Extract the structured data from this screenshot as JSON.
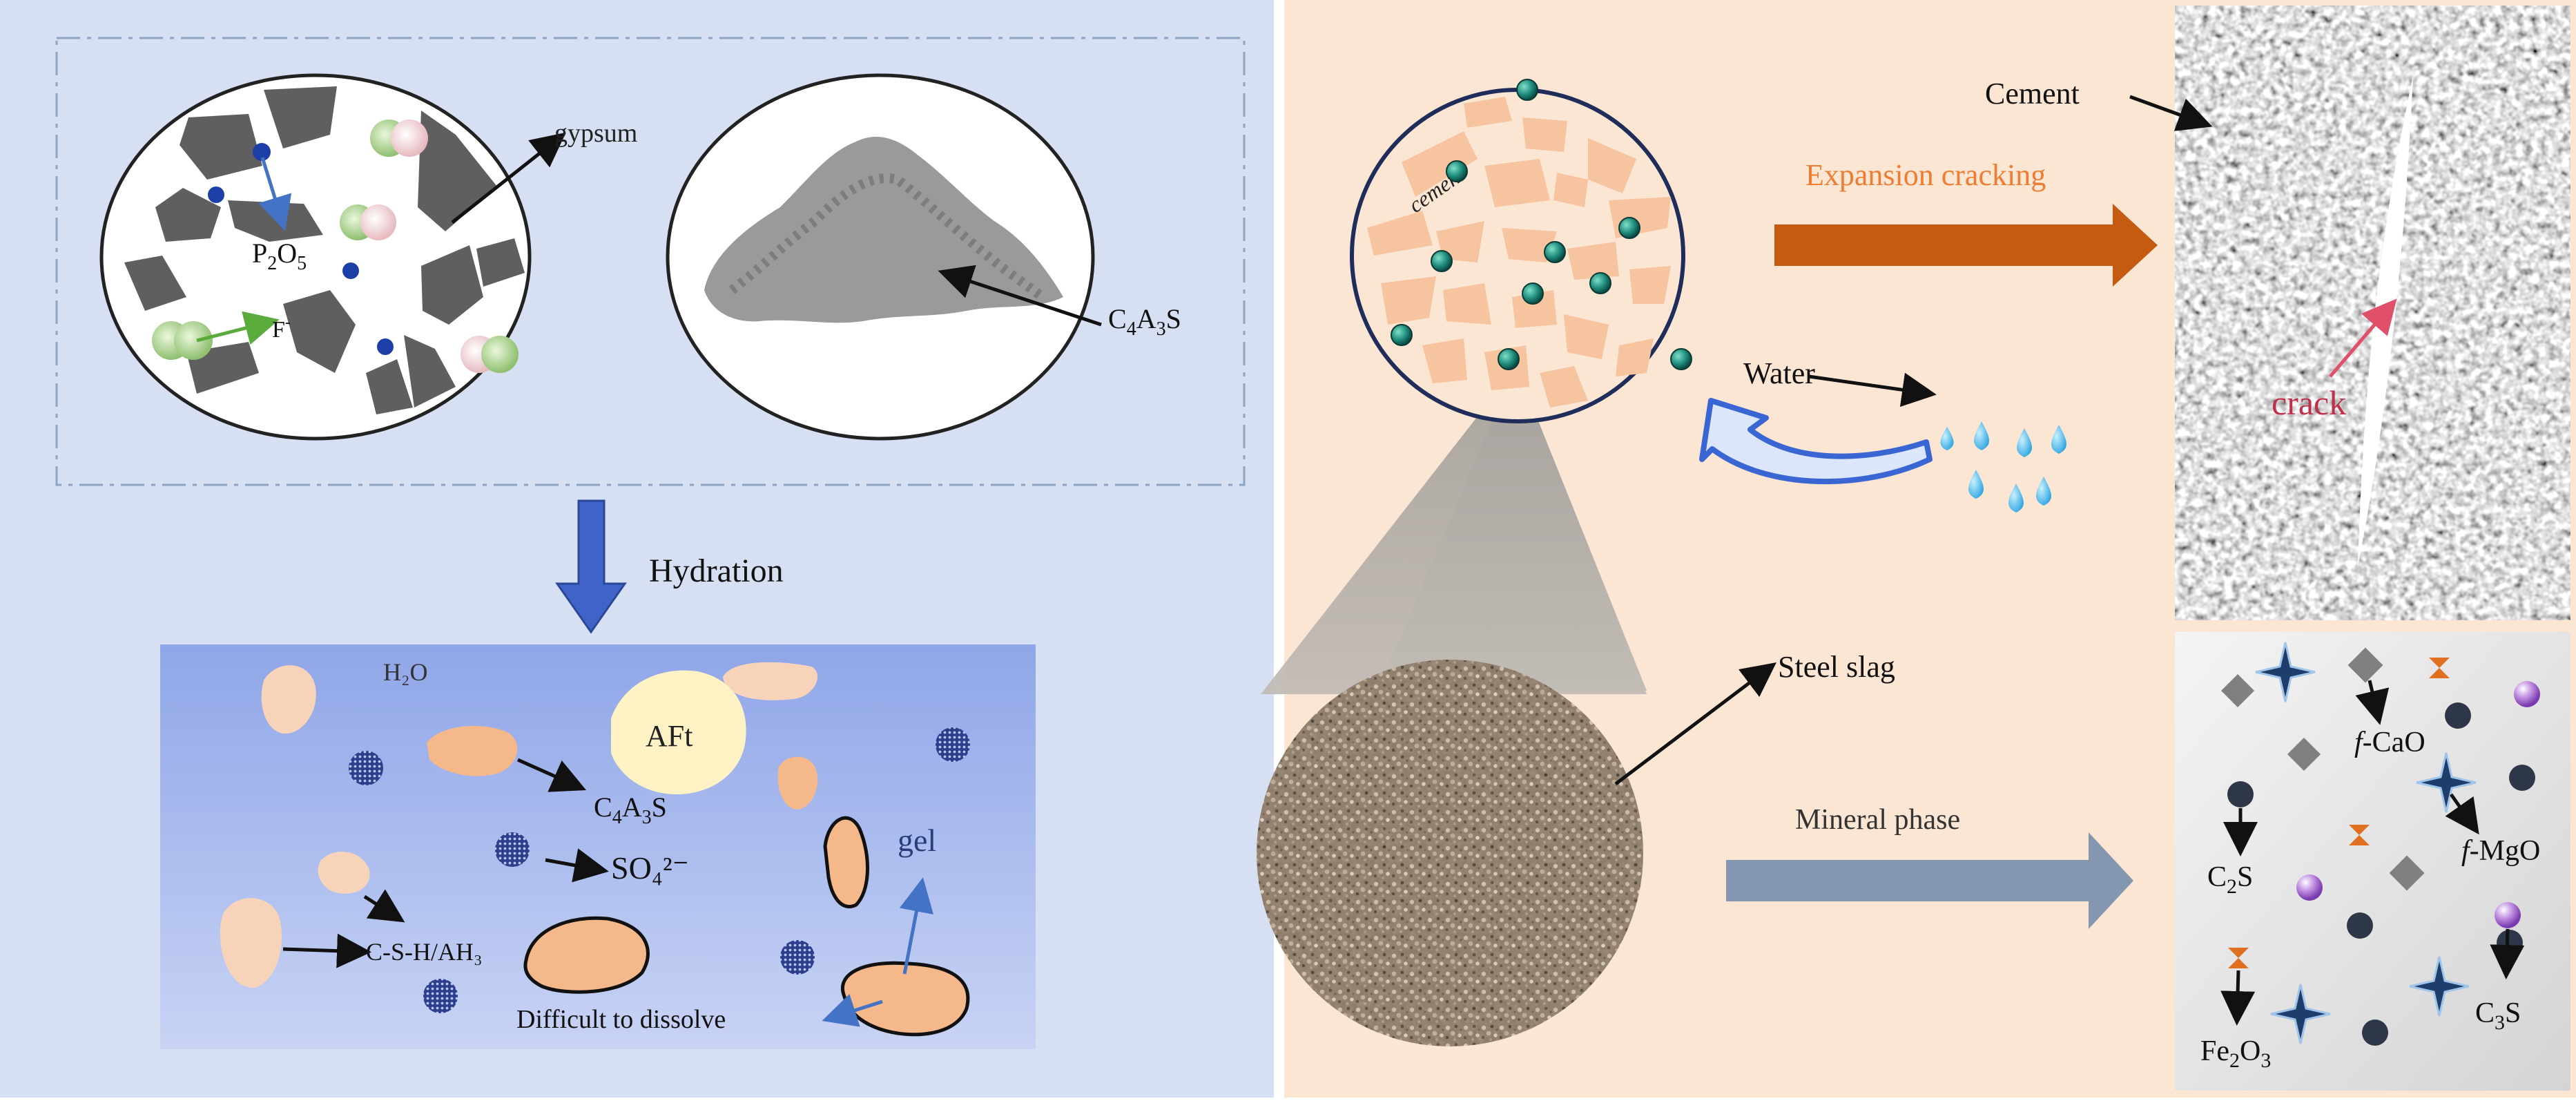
{
  "left_panel": {
    "gypsum_label": "gypsum",
    "p2o5": {
      "base": "P",
      "sub1": "2",
      "mid": "O",
      "sub2": "5"
    },
    "fluoride": {
      "base": "F",
      "sup": "-"
    },
    "c4a3s_top": {
      "a": "C",
      "s1": "4",
      "b": "A",
      "s2": "3",
      "c": "S"
    },
    "hydration_label": "Hydration",
    "h2o_label": "H₂O",
    "aft_label": "AFt",
    "c4a3s_bottom": {
      "a": "C",
      "s1": "4",
      "b": "A",
      "s2": "3",
      "c": "S"
    },
    "so4_label": "SO₄²⁻",
    "csh_label": "C-S-H/AH₃",
    "gel_label": "gel",
    "difficult_label": "Difficult to dissolve"
  },
  "right_panel": {
    "cement_grain_label": "cement",
    "expansion_label": "Expansion cracking",
    "cement_label": "Cement",
    "crack_label": "crack",
    "water_label": "Water",
    "steel_slag_label": "Steel slag",
    "mineral_phase_label": "Mineral phase",
    "minerals": {
      "fcao": {
        "prefix": "f",
        "rest": "-CaO"
      },
      "fmgo": {
        "prefix": "f",
        "rest": "-MgO"
      },
      "c2s": {
        "a": "C",
        "s": "2",
        "b": "S"
      },
      "c3s": {
        "a": "C",
        "s": "3",
        "b": "S"
      },
      "fe2o3": {
        "a": "Fe",
        "s1": "2",
        "b": "O",
        "s2": "3"
      }
    }
  },
  "colors": {
    "left_bg": "#d6e0f2",
    "right_bg": "#fbe5d3",
    "particle_gray": "#5f5f5f",
    "particle_peach": "#f6c49a",
    "arrow_blue": "#4472c4",
    "expansion_arrow": "#c55a11",
    "expansion_text": "#ed7d31",
    "mineral_arrow": "#8497b0",
    "crack_text": "#c0304a",
    "aft_fill": "#fff2c4"
  }
}
